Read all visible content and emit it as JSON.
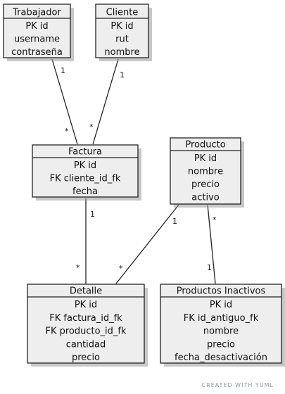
{
  "entities": {
    "trabajador": {
      "title": "Trabajador",
      "attrs": [
        "PK id",
        "username",
        "contraseña"
      ]
    },
    "cliente": {
      "title": "Cliente",
      "attrs": [
        "PK id",
        "rut",
        "nombre"
      ]
    },
    "factura": {
      "title": "Factura",
      "attrs": [
        "PK id",
        "FK cliente_id_fk",
        "fecha"
      ]
    },
    "producto": {
      "title": "Producto",
      "attrs": [
        "PK id",
        "nombre",
        "precio",
        "activo"
      ]
    },
    "detalle": {
      "title": "Detalle",
      "attrs": [
        "PK id",
        "FK factura_id_fk",
        "FK producto_id_fk",
        "cantidad",
        "precio"
      ]
    },
    "productos_inactivos": {
      "title": "Productos Inactivos",
      "attrs": [
        "PK id",
        "FK id_antiguo_fk",
        "nombre",
        "precio",
        "fecha_desactivación"
      ]
    }
  },
  "relations": [
    {
      "from": "trabajador",
      "to": "factura",
      "from_mult": "1",
      "to_mult": "*"
    },
    {
      "from": "cliente",
      "to": "factura",
      "from_mult": "1",
      "to_mult": "*"
    },
    {
      "from": "factura",
      "to": "detalle",
      "from_mult": "1",
      "to_mult": "*"
    },
    {
      "from": "producto",
      "to": "detalle",
      "from_mult": "1",
      "to_mult": "*"
    },
    {
      "from": "producto",
      "to": "productos_inactivos",
      "from_mult": "*",
      "to_mult": "1"
    }
  ],
  "footer": {
    "credit": "CREATED WITH YUML"
  },
  "colors": {
    "fill": "#eeeeee",
    "stroke": "#222222",
    "shadow": "#9a9a9a"
  }
}
